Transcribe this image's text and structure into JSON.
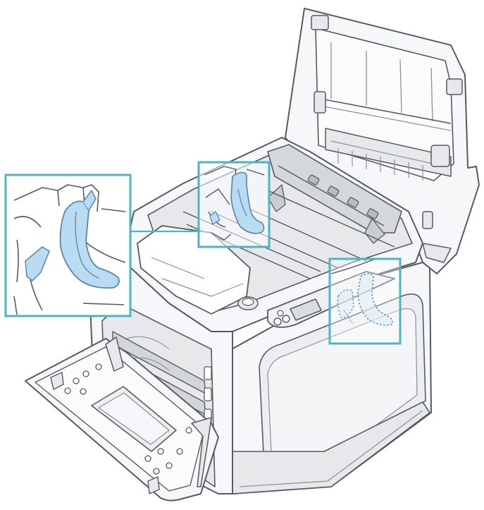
{
  "figure": {
    "colors": {
      "line": "#555b61",
      "line_light": "#8a9096",
      "body_fill": "#f6f7f8",
      "shade": "#e6e8ea",
      "dark_shade": "#c9ccd0",
      "highlight_frame": "#4fb3c6",
      "lever_fill": "#b9dcf2",
      "lever_stroke": "#5a86a6",
      "dotted_outline": "#6b8fa8"
    },
    "callouts": [
      {
        "name": "zoom-callout-left",
        "content": "blue-release-lever-closeup"
      },
      {
        "name": "lever-callout-center",
        "content": "blue-release-lever-in-printer"
      },
      {
        "name": "lever-callout-right",
        "content": "hidden-lever-dotted-outline"
      }
    ]
  }
}
